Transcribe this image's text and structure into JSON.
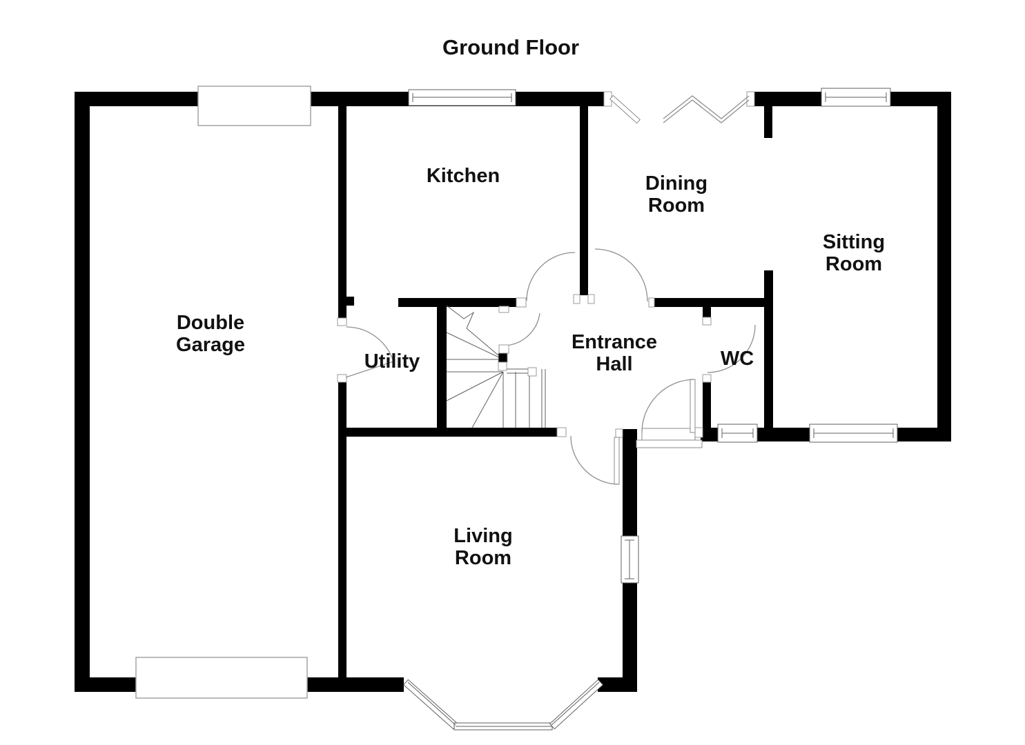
{
  "title": "Ground Floor",
  "rooms": {
    "double_garage": {
      "line1": "Double",
      "line2": "Garage"
    },
    "kitchen": {
      "line1": "Kitchen"
    },
    "dining_room": {
      "line1": "Dining",
      "line2": "Room"
    },
    "sitting_room": {
      "line1": "Sitting",
      "line2": "Room"
    },
    "utility": {
      "line1": "Utility"
    },
    "entrance_hall": {
      "line1": "Entrance",
      "line2": "Hall"
    },
    "wc": {
      "line1": "WC"
    },
    "living_room": {
      "line1": "Living",
      "line2": "Room"
    }
  },
  "colors": {
    "wall": "#000000",
    "bg": "#ffffff",
    "arc": "#8f8f8f",
    "thin": "#5f5f5f",
    "frame": "#a3a3a3",
    "text": "#111111"
  }
}
